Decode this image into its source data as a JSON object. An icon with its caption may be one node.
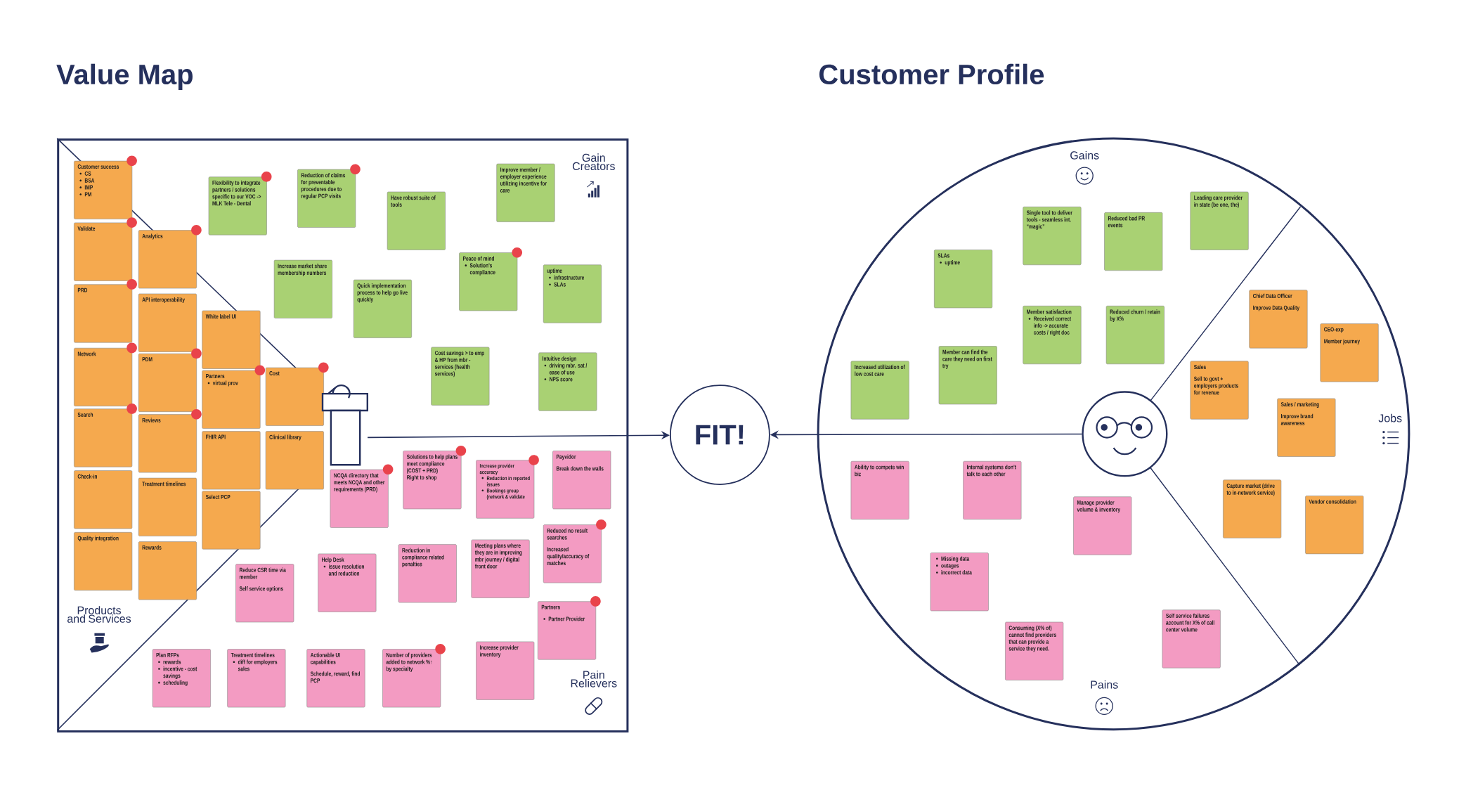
{
  "diagram": {
    "nodes": [
      {
        "text": [
          "Value Map"
        ]
      },
      {
        "text": [
          "Customer success",
          "CS",
          "BSA",
          "IMP",
          "PM"
        ],
        "in": 0
      },
      {
        "text": [
          "Validate"
        ],
        "in": 0
      },
      {
        "text": [
          "PRD"
        ],
        "in": 0
      },
      {
        "text": [
          "Network"
        ],
        "in": 0
      },
      {
        "text": [
          "Search"
        ],
        "in": 0
      },
      {
        "text": [
          "Check-in"
        ],
        "in": 0
      },
      {
        "text": [
          "Quality integration"
        ],
        "in": 0
      },
      {
        "text": [
          "Analytics"
        ],
        "in": 0
      },
      {
        "text": [
          "API interoperability"
        ],
        "in": 0
      },
      {
        "text": [
          "PDM"
        ],
        "in": 0
      },
      {
        "text": [
          "Reviews"
        ],
        "in": 0
      },
      {
        "text": [
          "Treatment timelines"
        ],
        "in": 0
      },
      {
        "text": [
          "Rewards"
        ],
        "in": 0
      },
      {
        "text": [
          "White label UI"
        ],
        "in": 0
      },
      {
        "text": [
          "Partners",
          "virtual prov"
        ],
        "in": 0
      },
      {
        "text": [
          "FHIR API"
        ],
        "in": 0
      },
      {
        "text": [
          "Select PCP"
        ],
        "in": 0
      },
      {
        "text": [
          "Cost"
        ],
        "in": 0
      },
      {
        "text": [
          "Clinical library"
        ],
        "in": 0
      },
      {
        "text": [
          "Flexibility to integrate partners / solutions specific to our VOC -> MLK Tele - Dental"
        ],
        "in": 0
      },
      {
        "text": [
          "Reduction of claims for preventable procedures due to regular PCP visits"
        ],
        "in": 0
      },
      {
        "text": [
          "Have robust suite of tools"
        ],
        "in": 0
      },
      {
        "text": [
          "Improve member / employer experience utilizing incentive for care"
        ],
        "in": 0
      },
      {
        "text": [
          "Increase market share membership numbers"
        ],
        "in": 0
      },
      {
        "text": [
          "Quick implementation process to help go live quickly"
        ],
        "in": 0
      },
      {
        "text": [
          "Peace of mind",
          "Solution’s compliance"
        ],
        "in": 0
      },
      {
        "text": [
          "uptime",
          "infrastructure",
          "SLAs"
        ],
        "in": 0
      },
      {
        "text": [
          "Cost savings > to emp & HP from mbr - services (health services)"
        ],
        "in": 0
      },
      {
        "text": [
          "Intuitive design",
          "driving mbr. sat / ease of use",
          "NPS score"
        ],
        "in": 0
      },
      {
        "text": [
          "NCQA directory that meets NCQA and other requirements (PRD)"
        ],
        "in": 0
      },
      {
        "text": [
          "Solutions to help plans meet compliance (COST + PRD)",
          "Right to shop"
        ],
        "in": 0
      },
      {
        "text": [
          "Increase provider accuracy",
          "Reduction in reported issues",
          "Bookings group (network & validate"
        ],
        "in": 0
      },
      {
        "text": [
          "Payvidor",
          "Break down the walls"
        ],
        "in": 0
      },
      {
        "text": [
          "Reduced no result searches",
          "Increased quality/accuracy of matches"
        ],
        "in": 0
      },
      {
        "text": [
          "Help Desk",
          "issue resolution and reduction"
        ],
        "in": 0
      },
      {
        "text": [
          "Reduction in compliance related penalties"
        ],
        "in": 0
      },
      {
        "text": [
          "Meeting plans where they are in improving mbr journey / digital front door"
        ],
        "in": 0
      },
      {
        "text": [
          "Reduce CSR time via member",
          "Self service options"
        ],
        "in": 0
      },
      {
        "text": [
          "Partners",
          "Partner Provider"
        ],
        "in": 0
      },
      {
        "text": [
          "Plan RFPs",
          "rewards",
          "incentive - cost savings",
          "scheduling"
        ],
        "in": 0
      },
      {
        "text": [
          "Treatment timelines",
          "diff for employers sales"
        ],
        "in": 0
      },
      {
        "text": [
          "Actionable UI capabilities",
          "Schedule, reward, find PCP"
        ],
        "in": 0
      },
      {
        "text": [
          "Number of providers added to network %↑ by specialty"
        ],
        "in": 0
      },
      {
        "text": [
          "Increase provider inventory"
        ],
        "in": 0
      },
      {
        "text": [],
        "shape": "picture",
        "in": 0
      },
      {
        "text": [
          "FIT!"
        ]
      },
      {
        "text": [
          "Customer Profile"
        ]
      },
      {
        "text": [
          "Leading care provider in state (be one, the)"
        ],
        "in": 47
      },
      {
        "text": [
          "Single tool to deliver tools - seamless int. “magic”"
        ],
        "in": 47
      },
      {
        "text": [
          "Reduced bad PR events"
        ],
        "in": 47
      },
      {
        "text": [
          "SLAs",
          "uptime"
        ],
        "in": 47
      },
      {
        "text": [
          "Member satisfaction",
          "Received correct info -> accurate costs / right doc"
        ],
        "in": 47
      },
      {
        "text": [
          "Reduced churn / retain by X%"
        ],
        "in": 47
      },
      {
        "text": [
          "Member can find the care they need on first try"
        ],
        "in": 47
      },
      {
        "text": [
          "Increased utilization of low cost care"
        ],
        "in": 47
      },
      {
        "text": [
          "Chief Data Officer",
          "Improve Data Quality"
        ],
        "in": 47
      },
      {
        "text": [
          "CEO-exp",
          "Member journey"
        ],
        "in": 47
      },
      {
        "text": [
          "Sales",
          "Sell to govt + employers products for revenue"
        ],
        "in": 47
      },
      {
        "text": [
          "Sales / marketing",
          "Improve brand awareness"
        ],
        "in": 47
      },
      {
        "text": [
          "Capture market (drive to in-network service)"
        ],
        "in": 47
      },
      {
        "text": [
          "Vendor consolidation"
        ],
        "in": 47
      },
      {
        "text": [
          "Ability to compete win biz"
        ],
        "in": 47
      },
      {
        "text": [
          "Internal systems don’t talk to each other"
        ],
        "in": 47
      },
      {
        "text": [
          "Manage provider volume & inventory"
        ],
        "in": 47
      },
      {
        "text": [
          "Missing data",
          "outages",
          "incorrect data"
        ],
        "in": 47
      },
      {
        "text": [
          "Consuming (X% of) cannot find providers that can provide a service they need."
        ],
        "in": 47
      },
      {
        "text": [
          "Self service failures account for X% of call center volume"
        ],
        "in": 47
      },
      {
        "text": [],
        "shape": "picture",
        "in": 47
      }
    ],
    "edges": [
      {
        "from": 45,
        "to": 46,
        "arrow": "to"
      },
      {
        "from": 68,
        "to": 46,
        "arrow": "to"
      }
    ],
    "labels": [
      "Gain Creators",
      "Products and Services",
      "Pain Relievers",
      "Gains",
      "Jobs",
      "Pains"
    ]
  }
}
